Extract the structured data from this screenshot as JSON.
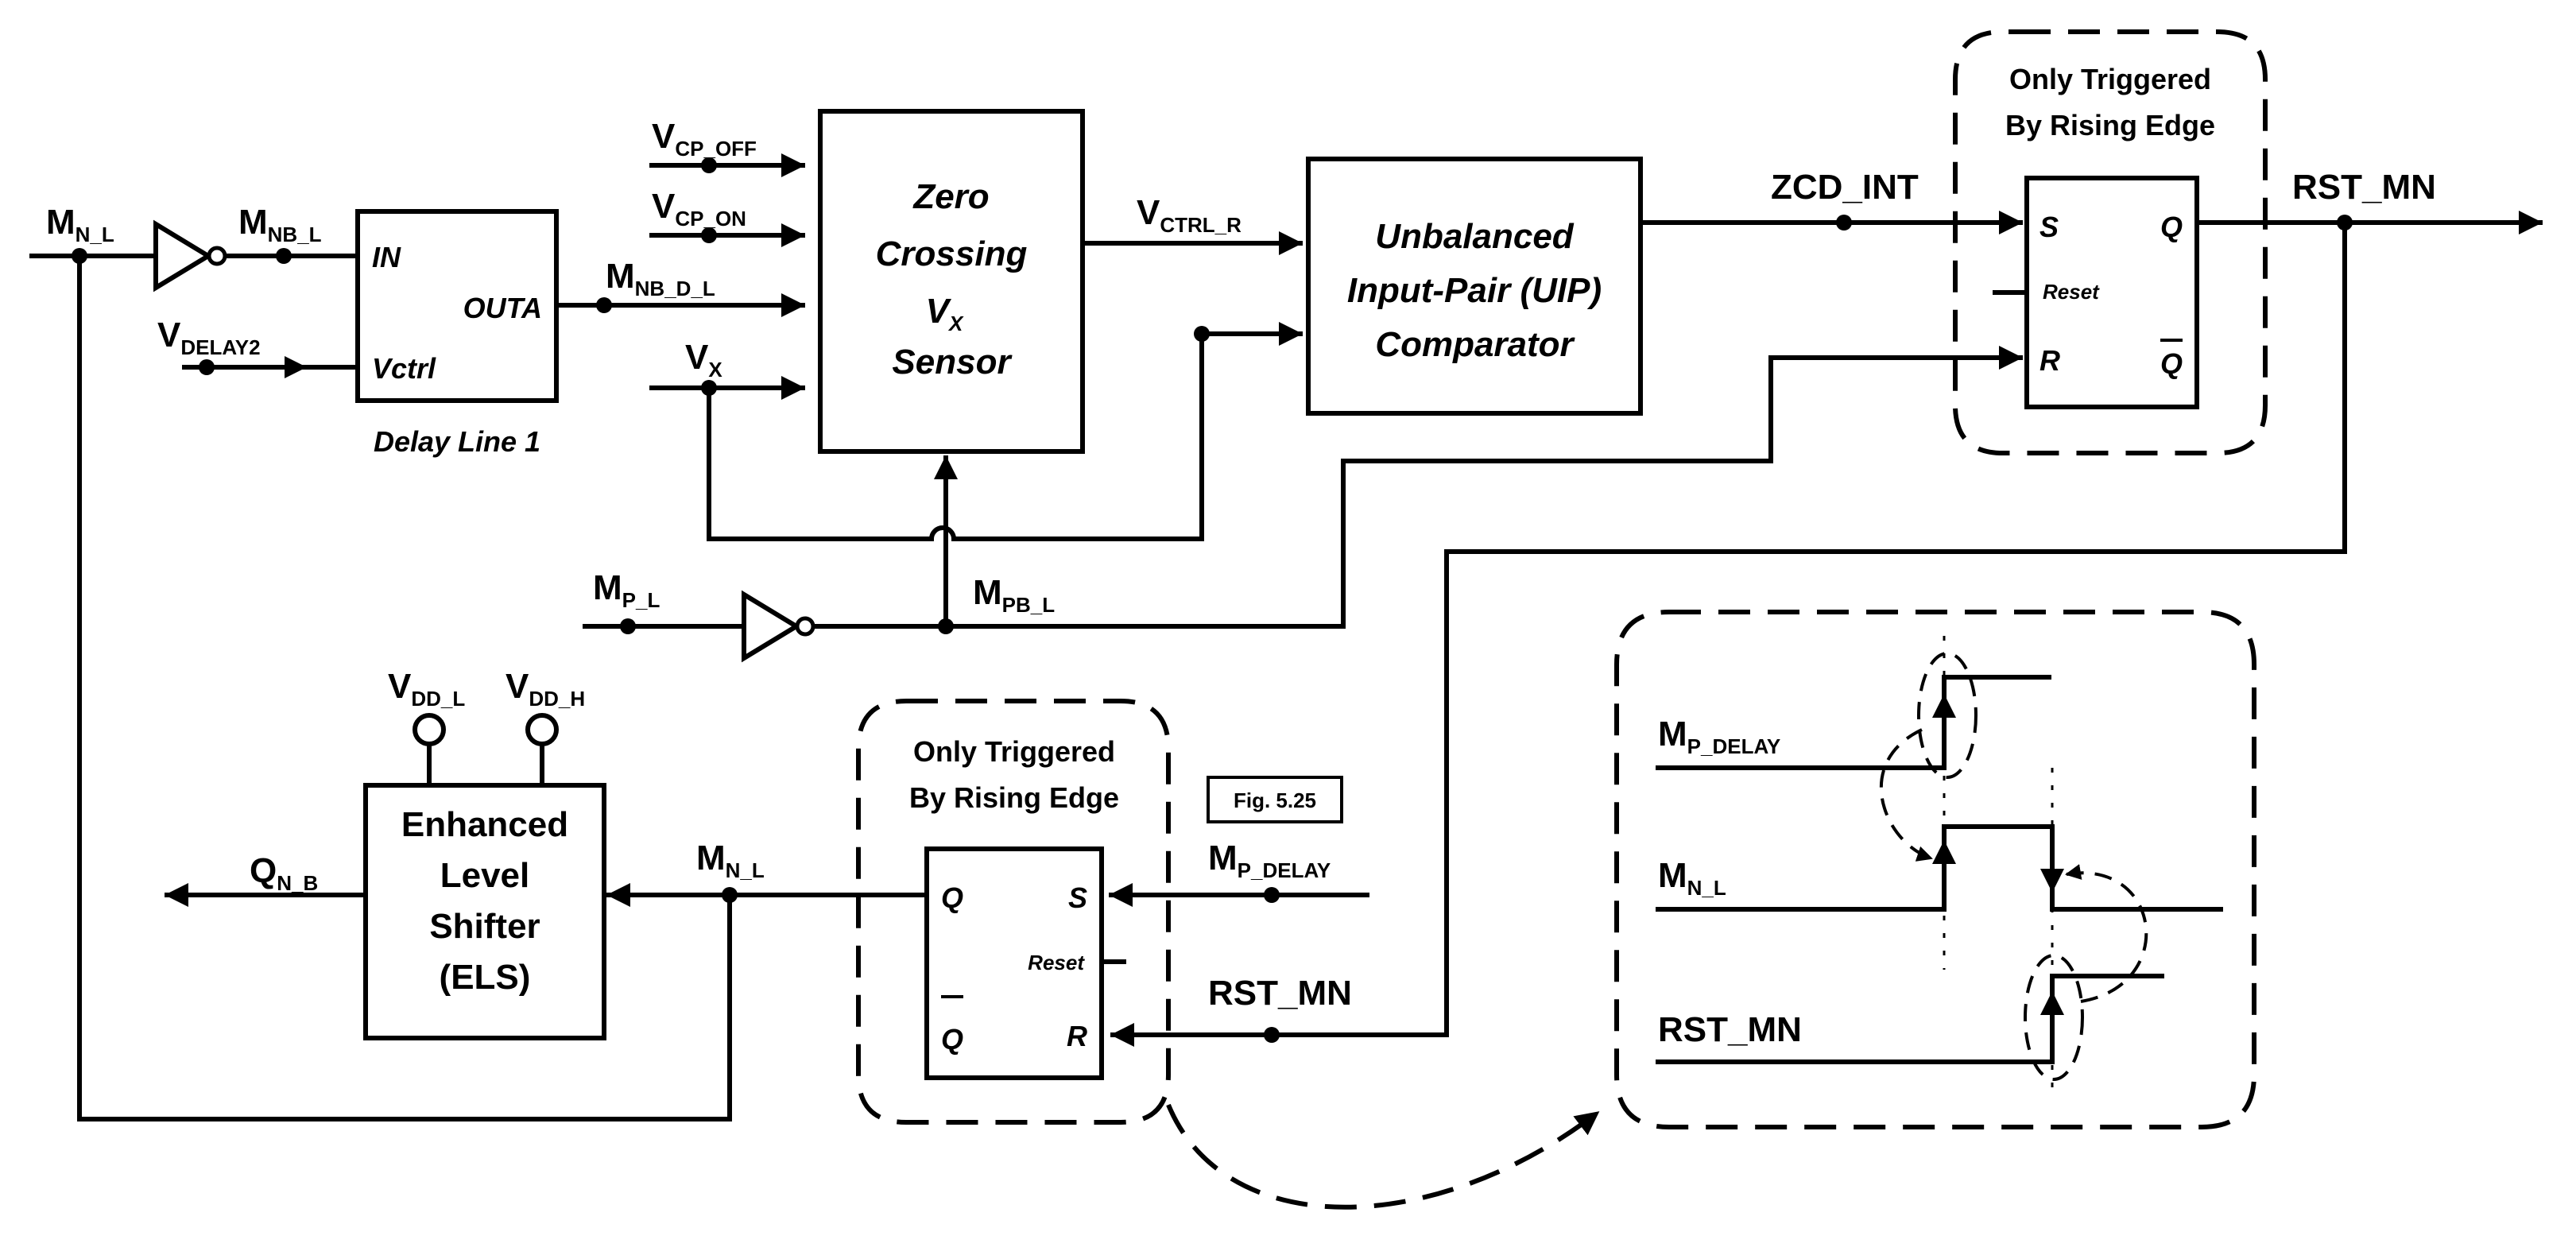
{
  "signals": {
    "mn_l_in": {
      "main": "M",
      "sub": "N_L"
    },
    "mnb_l": {
      "main": "M",
      "sub": "NB_L"
    },
    "vdelay2": {
      "main": "V",
      "sub": "DELAY2"
    },
    "vcp_off": {
      "main": "V",
      "sub": "CP_OFF"
    },
    "vcp_on": {
      "main": "V",
      "sub": "CP_ON"
    },
    "mnb_d_l": {
      "main": "M",
      "sub": "NB_D_L"
    },
    "vx": {
      "main": "V",
      "sub": "X"
    },
    "vctrl_r": {
      "main": "V",
      "sub": "CTRL_R"
    },
    "zcd_int": "ZCD_INT",
    "rst_mn_top": "RST_MN",
    "mp_l": {
      "main": "M",
      "sub": "P_L"
    },
    "mpb_l": {
      "main": "M",
      "sub": "PB_L"
    },
    "vdd_l": {
      "main": "V",
      "sub": "DD_L"
    },
    "vdd_h": {
      "main": "V",
      "sub": "DD_H"
    },
    "qn_b": {
      "main": "Q",
      "sub": "N_B"
    },
    "mn_l_out": {
      "main": "M",
      "sub": "N_L"
    },
    "mp_delay": {
      "main": "M",
      "sub": "P_DELAY"
    },
    "rst_mn_bottom": "RST_MN"
  },
  "blocks": {
    "delay_line": {
      "pin_in": "IN",
      "pin_vctrl": "Vctrl",
      "pin_out": "OUTA",
      "caption": "Delay Line 1"
    },
    "zcs": {
      "line1": "Zero",
      "line2": "Crossing",
      "line3_main": "V",
      "line3_sub": "X",
      "line4": "Sensor"
    },
    "uip": {
      "line1": "Unbalanced",
      "line2": "Input-Pair (UIP)",
      "line3": "Comparator"
    },
    "sr_top": {
      "s": "S",
      "r": "R",
      "q": "Q",
      "qbar": "Q",
      "reset": "Reset",
      "note1": "Only Triggered",
      "note2": "By Rising Edge"
    },
    "sr_bottom": {
      "s": "S",
      "r": "R",
      "q": "Q",
      "qbar": "Q",
      "reset": "Reset",
      "note1": "Only Triggered",
      "note2": "By Rising Edge"
    },
    "els": {
      "line1": "Enhanced",
      "line2": "Level",
      "line3": "Shifter",
      "line4": "(ELS)"
    },
    "fig_ref": "Fig. 5.25"
  },
  "waveform": {
    "mp_delay": {
      "main": "M",
      "sub": "P_DELAY"
    },
    "mn_l": {
      "main": "M",
      "sub": "N_L"
    },
    "rst_mn": "RST_MN"
  }
}
